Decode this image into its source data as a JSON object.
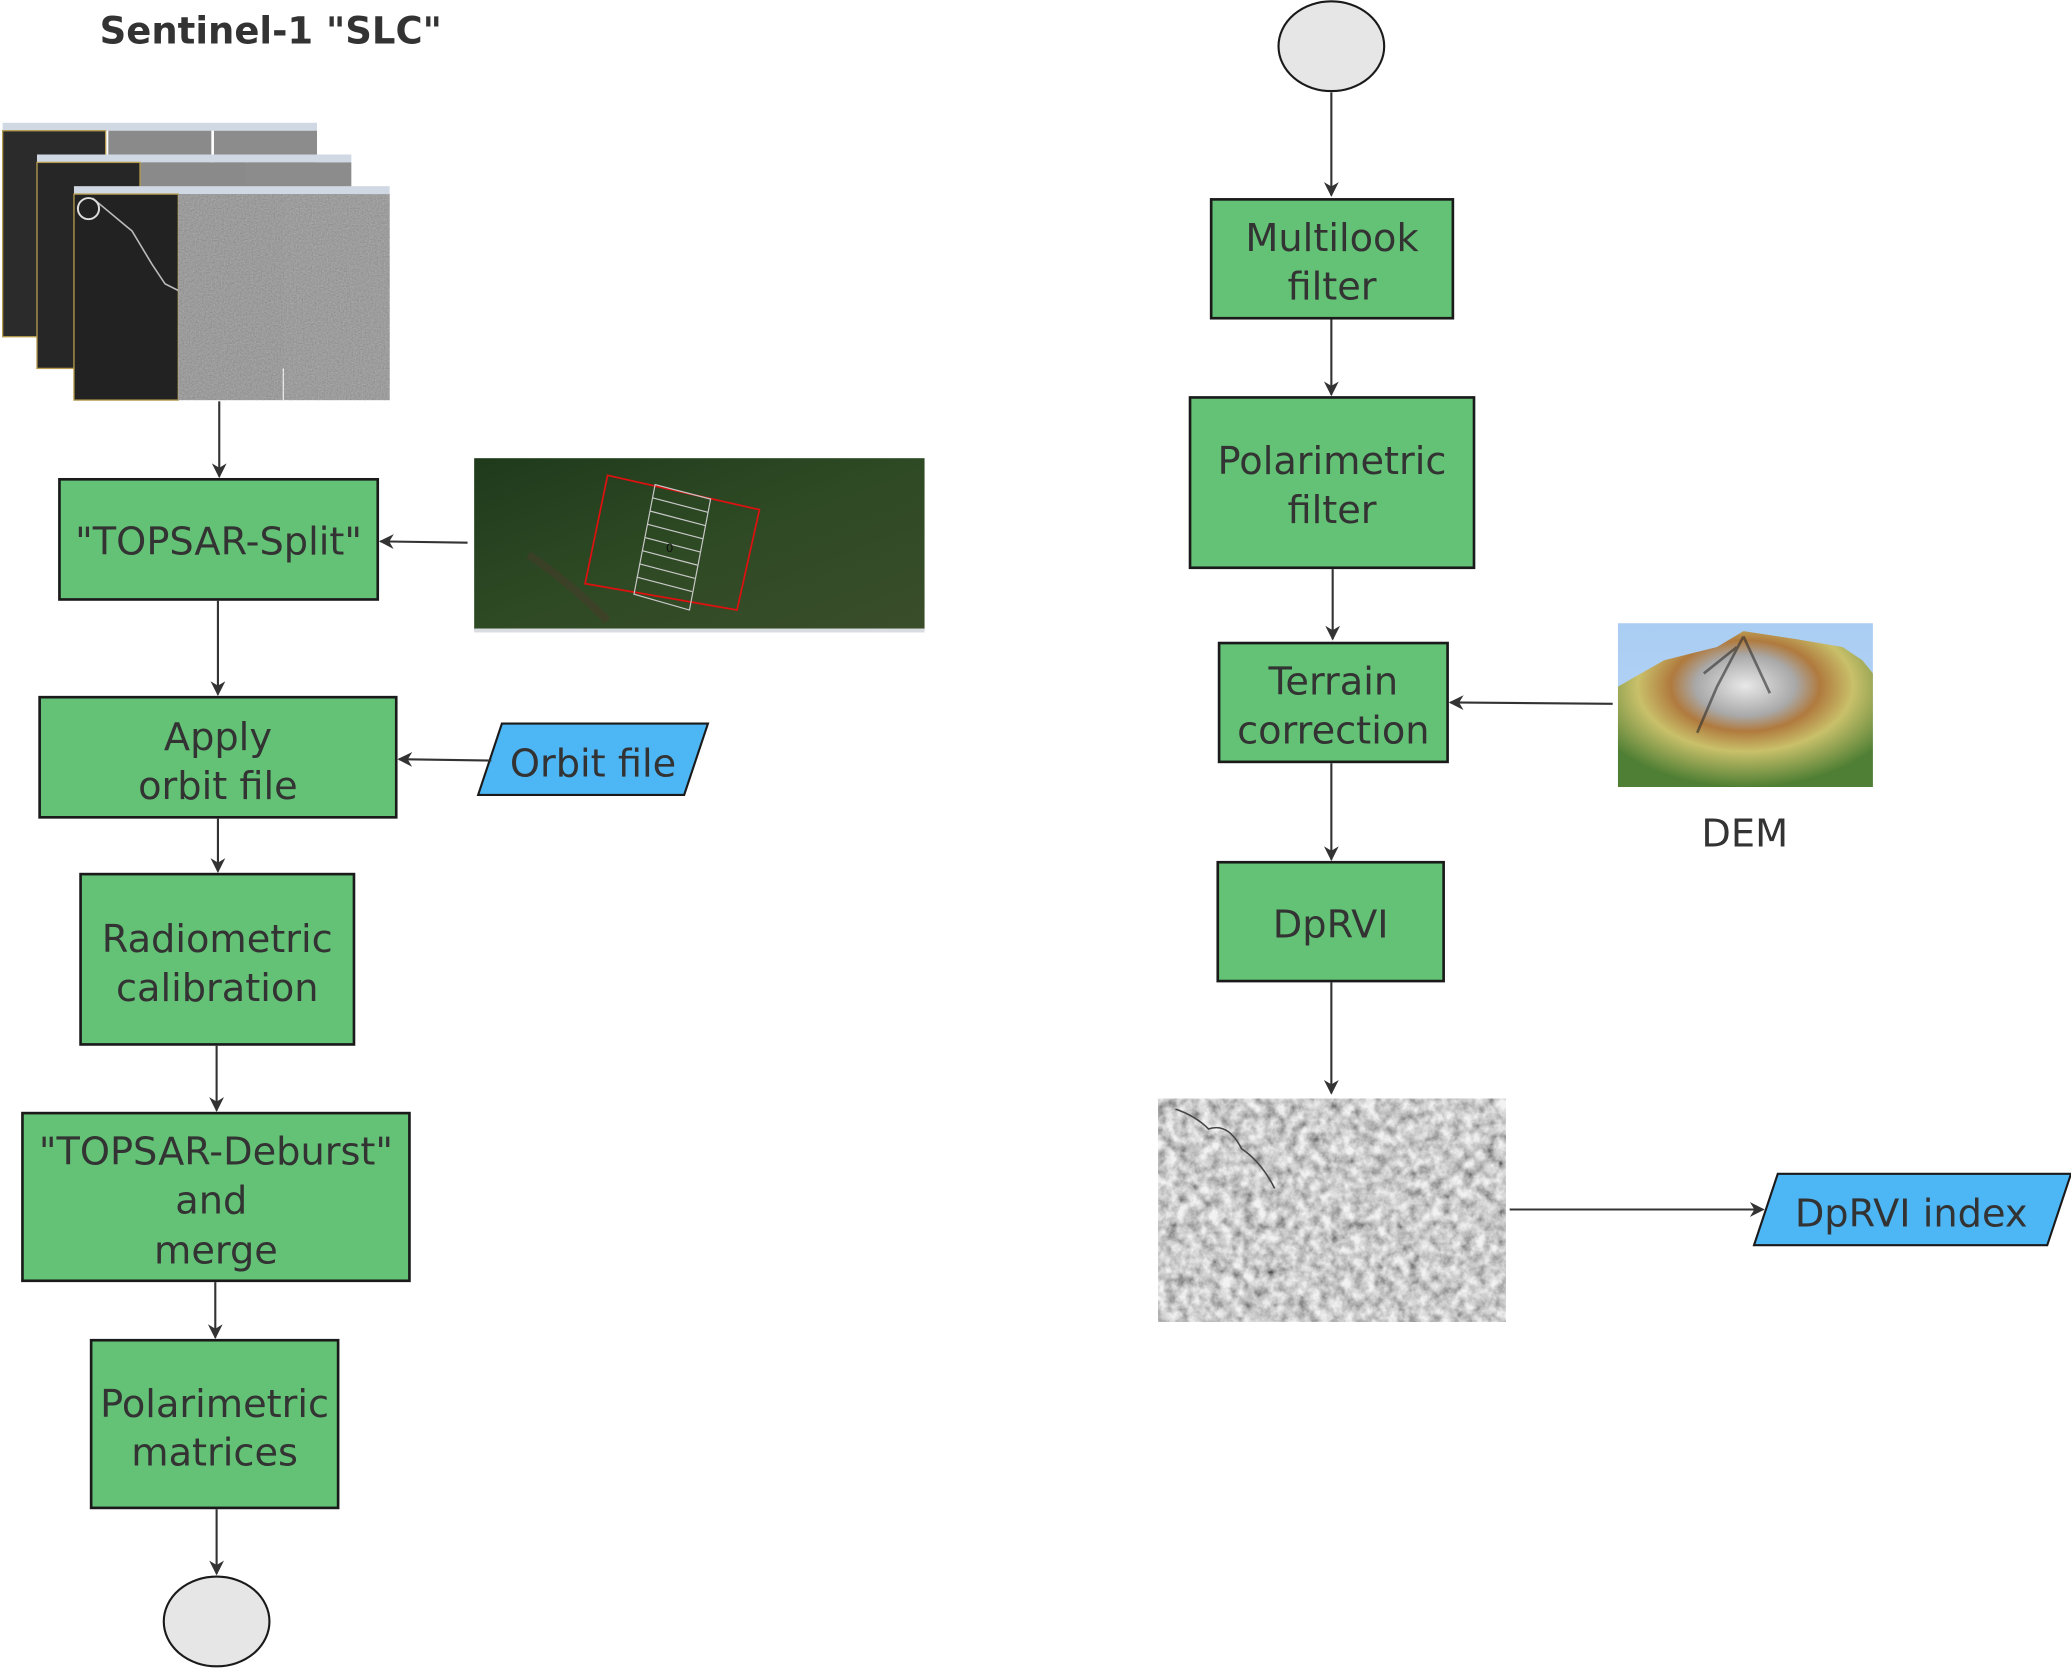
{
  "title": "Sentinel-1 \"SLC\"",
  "colors": {
    "process_fill": "#63c275",
    "io_fill": "#4db6f4",
    "terminator_fill": "#e6e6e6",
    "text": "#333333",
    "stroke": "#1a1a1a"
  },
  "left_column": {
    "input_image": "sentinel-1-slc-stack-image",
    "steps": [
      {
        "id": "topsar-split",
        "lines": [
          "\"TOPSAR-Split\""
        ]
      },
      {
        "id": "apply-orbit",
        "lines": [
          "Apply",
          "orbit file"
        ]
      },
      {
        "id": "radiometric-calibration",
        "lines": [
          "Radiometric",
          "calibration"
        ]
      },
      {
        "id": "topsar-deburst",
        "lines": [
          "\"TOPSAR-Deburst\"",
          "and",
          "merge"
        ]
      },
      {
        "id": "polarimetric-matrices",
        "lines": [
          "Polarimetric",
          "matrices"
        ]
      }
    ],
    "side_inputs": {
      "topsar_split_image": "burst-footprint-map-image",
      "orbit_file": "Orbit file"
    }
  },
  "right_column": {
    "steps": [
      {
        "id": "multilook-filter",
        "lines": [
          "Multilook",
          "filter"
        ]
      },
      {
        "id": "polarimetric-filter",
        "lines": [
          "Polarimetric",
          "filter"
        ]
      },
      {
        "id": "terrain-correction",
        "lines": [
          "Terrain",
          "correction"
        ]
      },
      {
        "id": "dprvi",
        "lines": [
          "DpRVI"
        ]
      }
    ],
    "dem_label": "DEM",
    "output_image": "dprvi-sar-result-image",
    "output_label": "DpRVI index"
  }
}
